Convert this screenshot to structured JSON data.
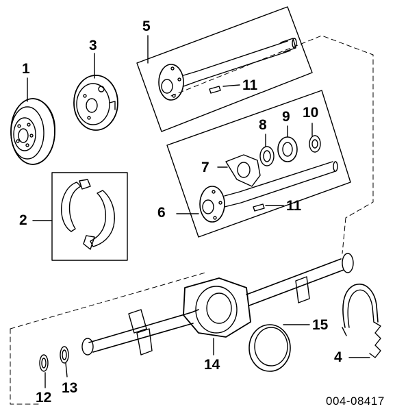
{
  "diagram": {
    "callouts": {
      "c1": "1",
      "c2": "2",
      "c3": "3",
      "c4": "4",
      "c5": "5",
      "c6": "6",
      "c7": "7",
      "c8": "8",
      "c9": "9",
      "c10": "10",
      "c11a": "11",
      "c11b": "11",
      "c12": "12",
      "c13": "13",
      "c14": "14",
      "c15": "15"
    },
    "figure_code": "004-08417"
  }
}
